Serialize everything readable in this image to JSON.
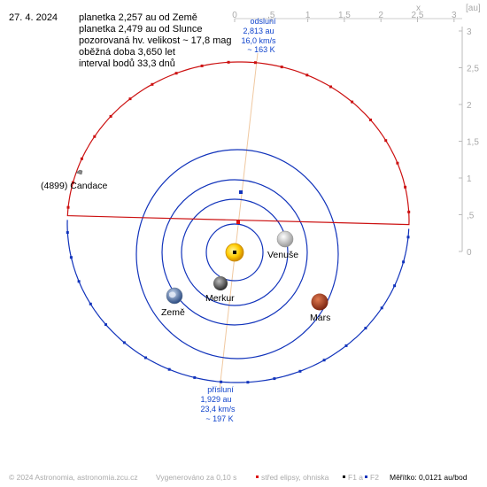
{
  "date": "27. 4. 2024",
  "info_lines": [
    "planetka 2,257 au od Země",
    "planetka 2,479 au od Slunce",
    "pozorovaná hv. velikost ~ 17,8 mag",
    "oběžná doba 3,650 let",
    "interval bodů 33,3 dnů"
  ],
  "asteroid_name": "(4899) Candace",
  "aphelion": {
    "title": "odsluní",
    "distance": "2,813 au",
    "speed": "16,0 km/s",
    "temperature": "~ 163 K"
  },
  "perihelion": {
    "title": "přísluní",
    "distance": "1,929 au",
    "speed": "23,4 km/s",
    "temperature": "~ 197 K"
  },
  "planets": [
    {
      "name": "Merkur",
      "icon": "mercury-icon",
      "color": "#5a5a5a"
    },
    {
      "name": "Venuše",
      "icon": "venus-icon",
      "color": "#e6e6e6"
    },
    {
      "name": "Země",
      "icon": "earth-icon",
      "color": "#5577aa"
    },
    {
      "name": "Mars",
      "icon": "mars-icon",
      "color": "#b5442a"
    }
  ],
  "scale_x": {
    "axis_letter": "x",
    "unit": "[au]",
    "ticks": [
      "0",
      ",5",
      "1",
      "1,5",
      "2",
      "2,5",
      "3"
    ]
  },
  "scale_y": {
    "ticks": [
      "3",
      "2,5",
      "2",
      "1,5",
      "1",
      ",5",
      "0"
    ]
  },
  "footer": {
    "copyright": "© 2024 Astronomia, astronomia.zcu.cz",
    "generated": "Vygenerováno za 0,10 s",
    "legend_center": "střed elipsy, ohniska",
    "legend_f1": "F1 a",
    "legend_f2": "F2",
    "scale_text": "Měřítko: 0,0121 au/bod"
  },
  "colors": {
    "orbit_red": "#cc1111",
    "orbit_blue": "#1133bb",
    "sun": "#ffcc00",
    "apsis_line": "#f0c8a0",
    "label_blue": "#1144cc"
  }
}
